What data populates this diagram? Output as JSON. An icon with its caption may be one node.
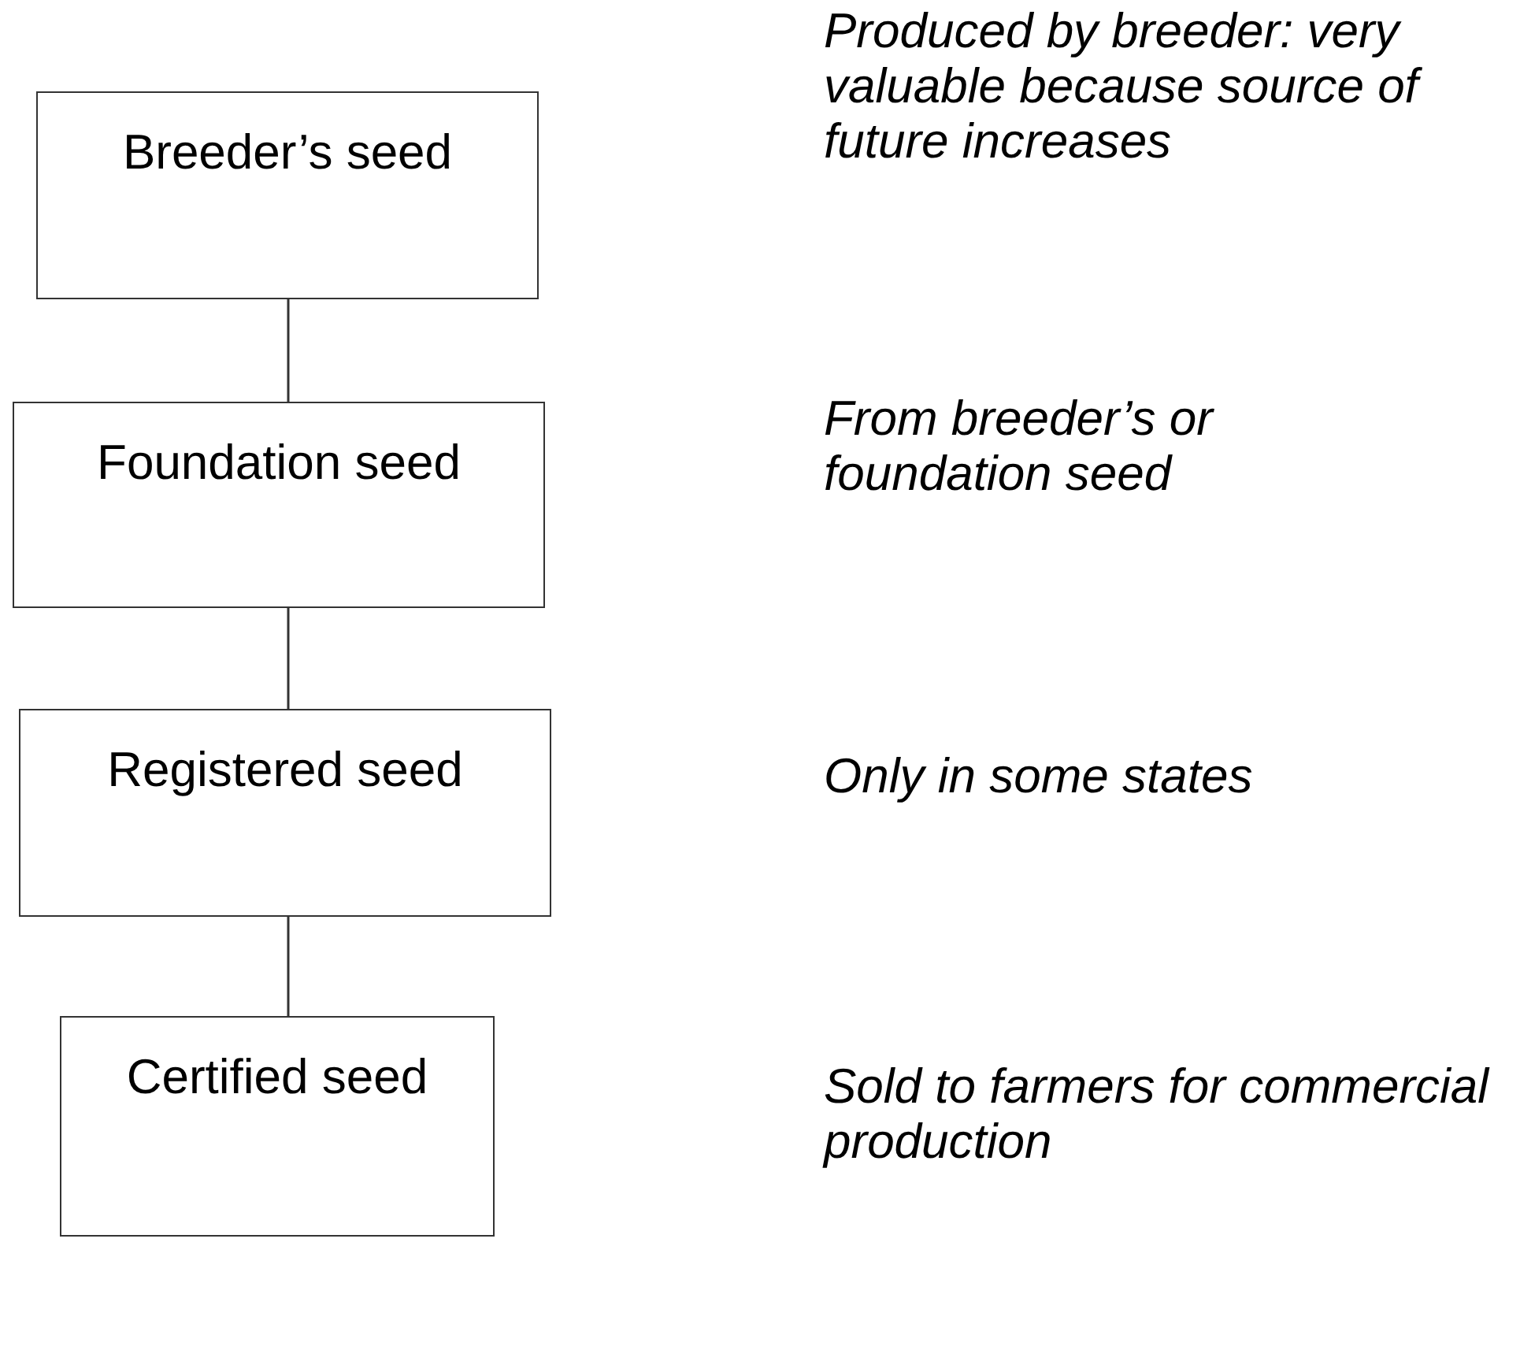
{
  "diagram": {
    "nodes": [
      {
        "text": [
          "Breeder’s seed"
        ]
      },
      {
        "text": [
          "Foundation seed"
        ]
      },
      {
        "text": [
          "Registered seed"
        ]
      },
      {
        "text": [
          "Certified seed"
        ]
      }
    ],
    "edges": [
      {
        "from": 0,
        "to": 1,
        "arrow": "none"
      },
      {
        "from": 1,
        "to": 2,
        "arrow": "none"
      },
      {
        "from": 2,
        "to": 3,
        "arrow": "none"
      }
    ],
    "labels": [
      "Produced by breeder: very valuable because source of future increases",
      "From breeder’s or foundation seed",
      "Only in some states",
      "Sold to farmers for commercial production"
    ]
  }
}
